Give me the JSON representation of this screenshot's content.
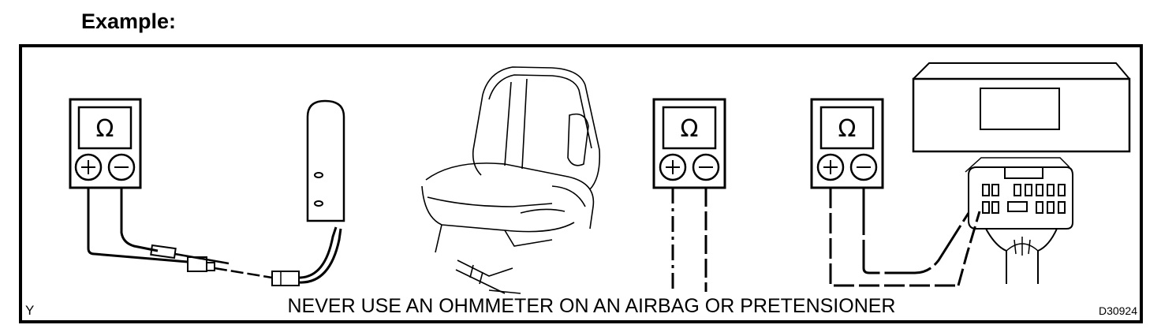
{
  "heading": "Example:",
  "warning": "NEVER USE AN OHMMETER ON AN AIRBAG OR PRETENSIONER",
  "corner_letter": "Y",
  "figure_code": "D30924",
  "meter": {
    "symbol": "Ω",
    "plus": "+",
    "minus": "−"
  }
}
